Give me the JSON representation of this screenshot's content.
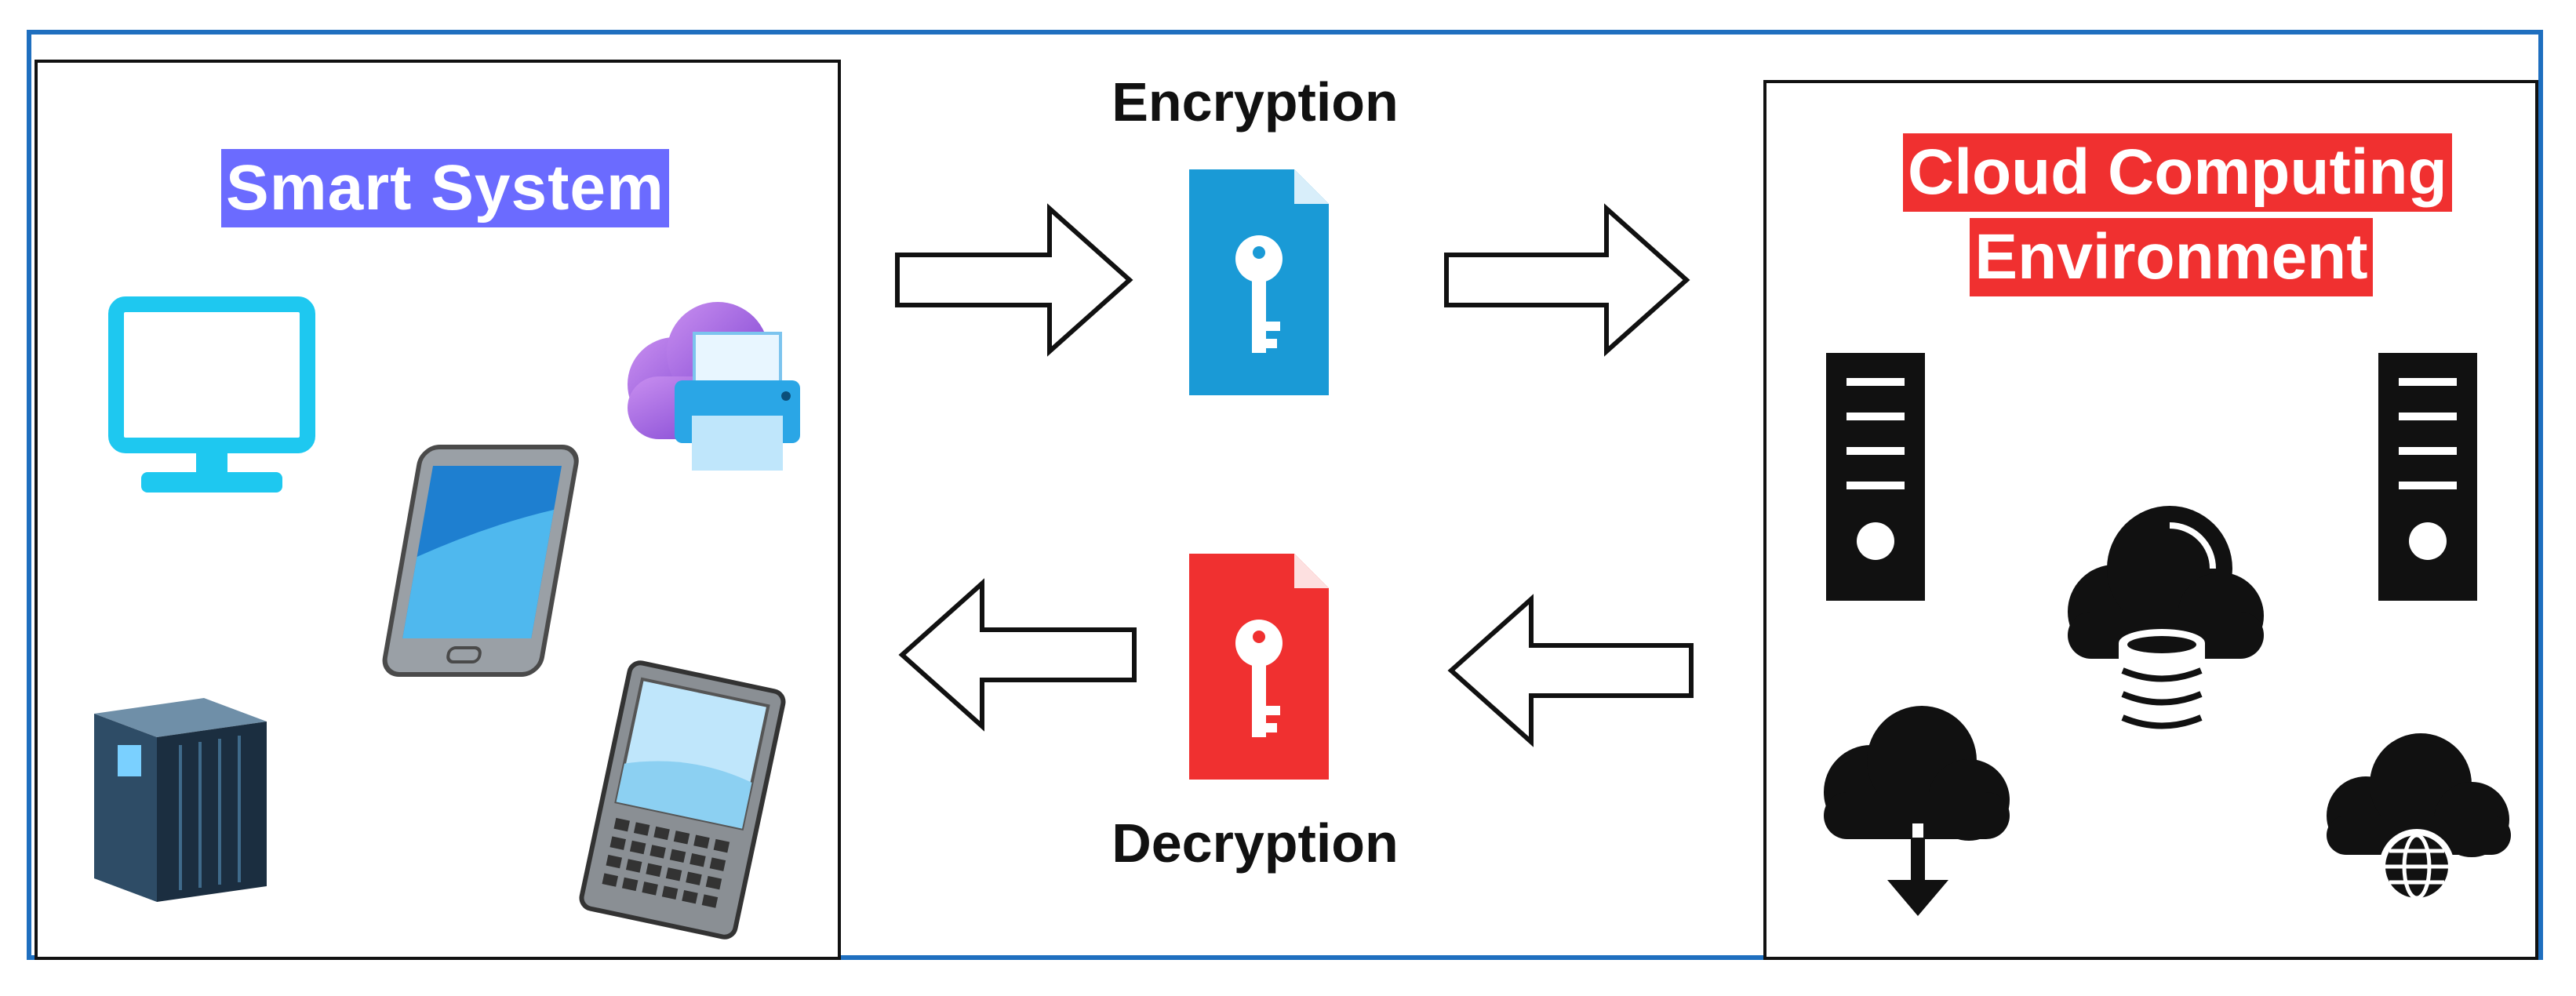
{
  "left_panel": {
    "title": "Smart System"
  },
  "right_panel": {
    "title_line1": "Cloud Computing",
    "title_line2": "Environment"
  },
  "flow": {
    "encryption_label": "Encryption",
    "decryption_label": "Decryption"
  },
  "colors": {
    "frame": "#1f6fbf",
    "smart_title_bg": "#6b6bff",
    "cloud_title_bg": "#f03030",
    "encryption_file": "#1a9ad6",
    "decryption_file": "#f03030",
    "monitor": "#1ec8f0"
  },
  "icons": [
    "monitor-icon",
    "cloud-printer-icon",
    "tablet-icon",
    "server-rack-icon",
    "handheld-device-icon",
    "encrypted-file-key-icon",
    "decrypted-file-key-icon",
    "server-tower-icon",
    "cloud-database-icon",
    "cloud-download-icon",
    "cloud-globe-icon"
  ]
}
